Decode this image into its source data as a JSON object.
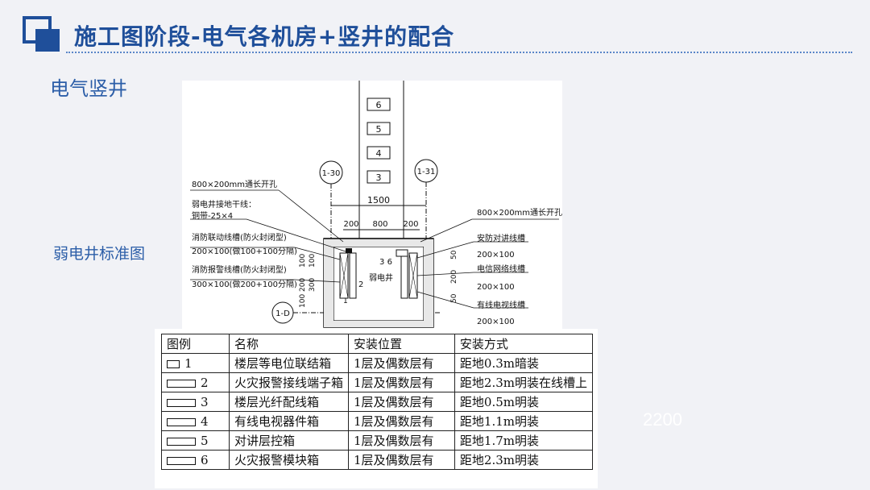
{
  "header": {
    "title": "施工图阶段-电气各机房+竖井的配合",
    "subtitle": "电气竖井"
  },
  "side_label": "弱电井标准图",
  "stray_text": "2200",
  "drawing": {
    "floor_boxes": [
      "6",
      "5",
      "4",
      "3"
    ],
    "axis_left": "1-30",
    "axis_right": "1-31",
    "axis_bottom": "1-D",
    "dim_total": "1500",
    "dim_left": "200",
    "dim_mid": "800",
    "dim_right": "200",
    "vdim_1": "100",
    "vdim_2": "200",
    "vdim_3": "100",
    "vdim_4": "300",
    "vdim_5": "100",
    "rdim_1": "50",
    "rdim_2": "200",
    "rdim_3": "50",
    "room_name": "弱电井",
    "room_nums": "3 6",
    "room_num_side": "2",
    "room_num_left": "1",
    "left_notes": [
      "800×200mm通长开孔",
      "弱电井接地干线：",
      "铜带-25×4",
      "消防联动线槽(防火封闭型)",
      "200×100(做100+100分隔)",
      "消防报警线槽(防火封闭型)",
      "300×100(做200+100分隔)"
    ],
    "right_notes": [
      "800×200mm通长开孔",
      "安防对讲线槽",
      "200×100",
      "电信网络线槽",
      "200×100",
      "有线电视线槽",
      "200×100"
    ]
  },
  "legend": {
    "headers": [
      "图例",
      "名称",
      "安装位置",
      "安装方式"
    ],
    "rows": [
      {
        "num": "1",
        "name": "楼层等电位联结箱",
        "location": "1层及偶数层有",
        "method": "距地0.3m暗装"
      },
      {
        "num": "2",
        "name": "火灾报警接线端子箱",
        "location": "1层及偶数层有",
        "method": "距地2.3m明装在线槽上"
      },
      {
        "num": "3",
        "name": "楼层光纤配线箱",
        "location": "1层及偶数层有",
        "method": "距地0.5m明装"
      },
      {
        "num": "4",
        "name": "有线电视器件箱",
        "location": "1层及偶数层有",
        "method": "距地1.1m明装"
      },
      {
        "num": "5",
        "name": "对讲层控箱",
        "location": "1层及偶数层有",
        "method": "距地1.7m明装"
      },
      {
        "num": "6",
        "name": "火灾报警模块箱",
        "location": "1层及偶数层有",
        "method": "距地2.3m明装"
      }
    ]
  },
  "colors": {
    "accent": "#1f4f9a",
    "text_blue": "#2c5ea8",
    "background": "#f1f2f6"
  }
}
